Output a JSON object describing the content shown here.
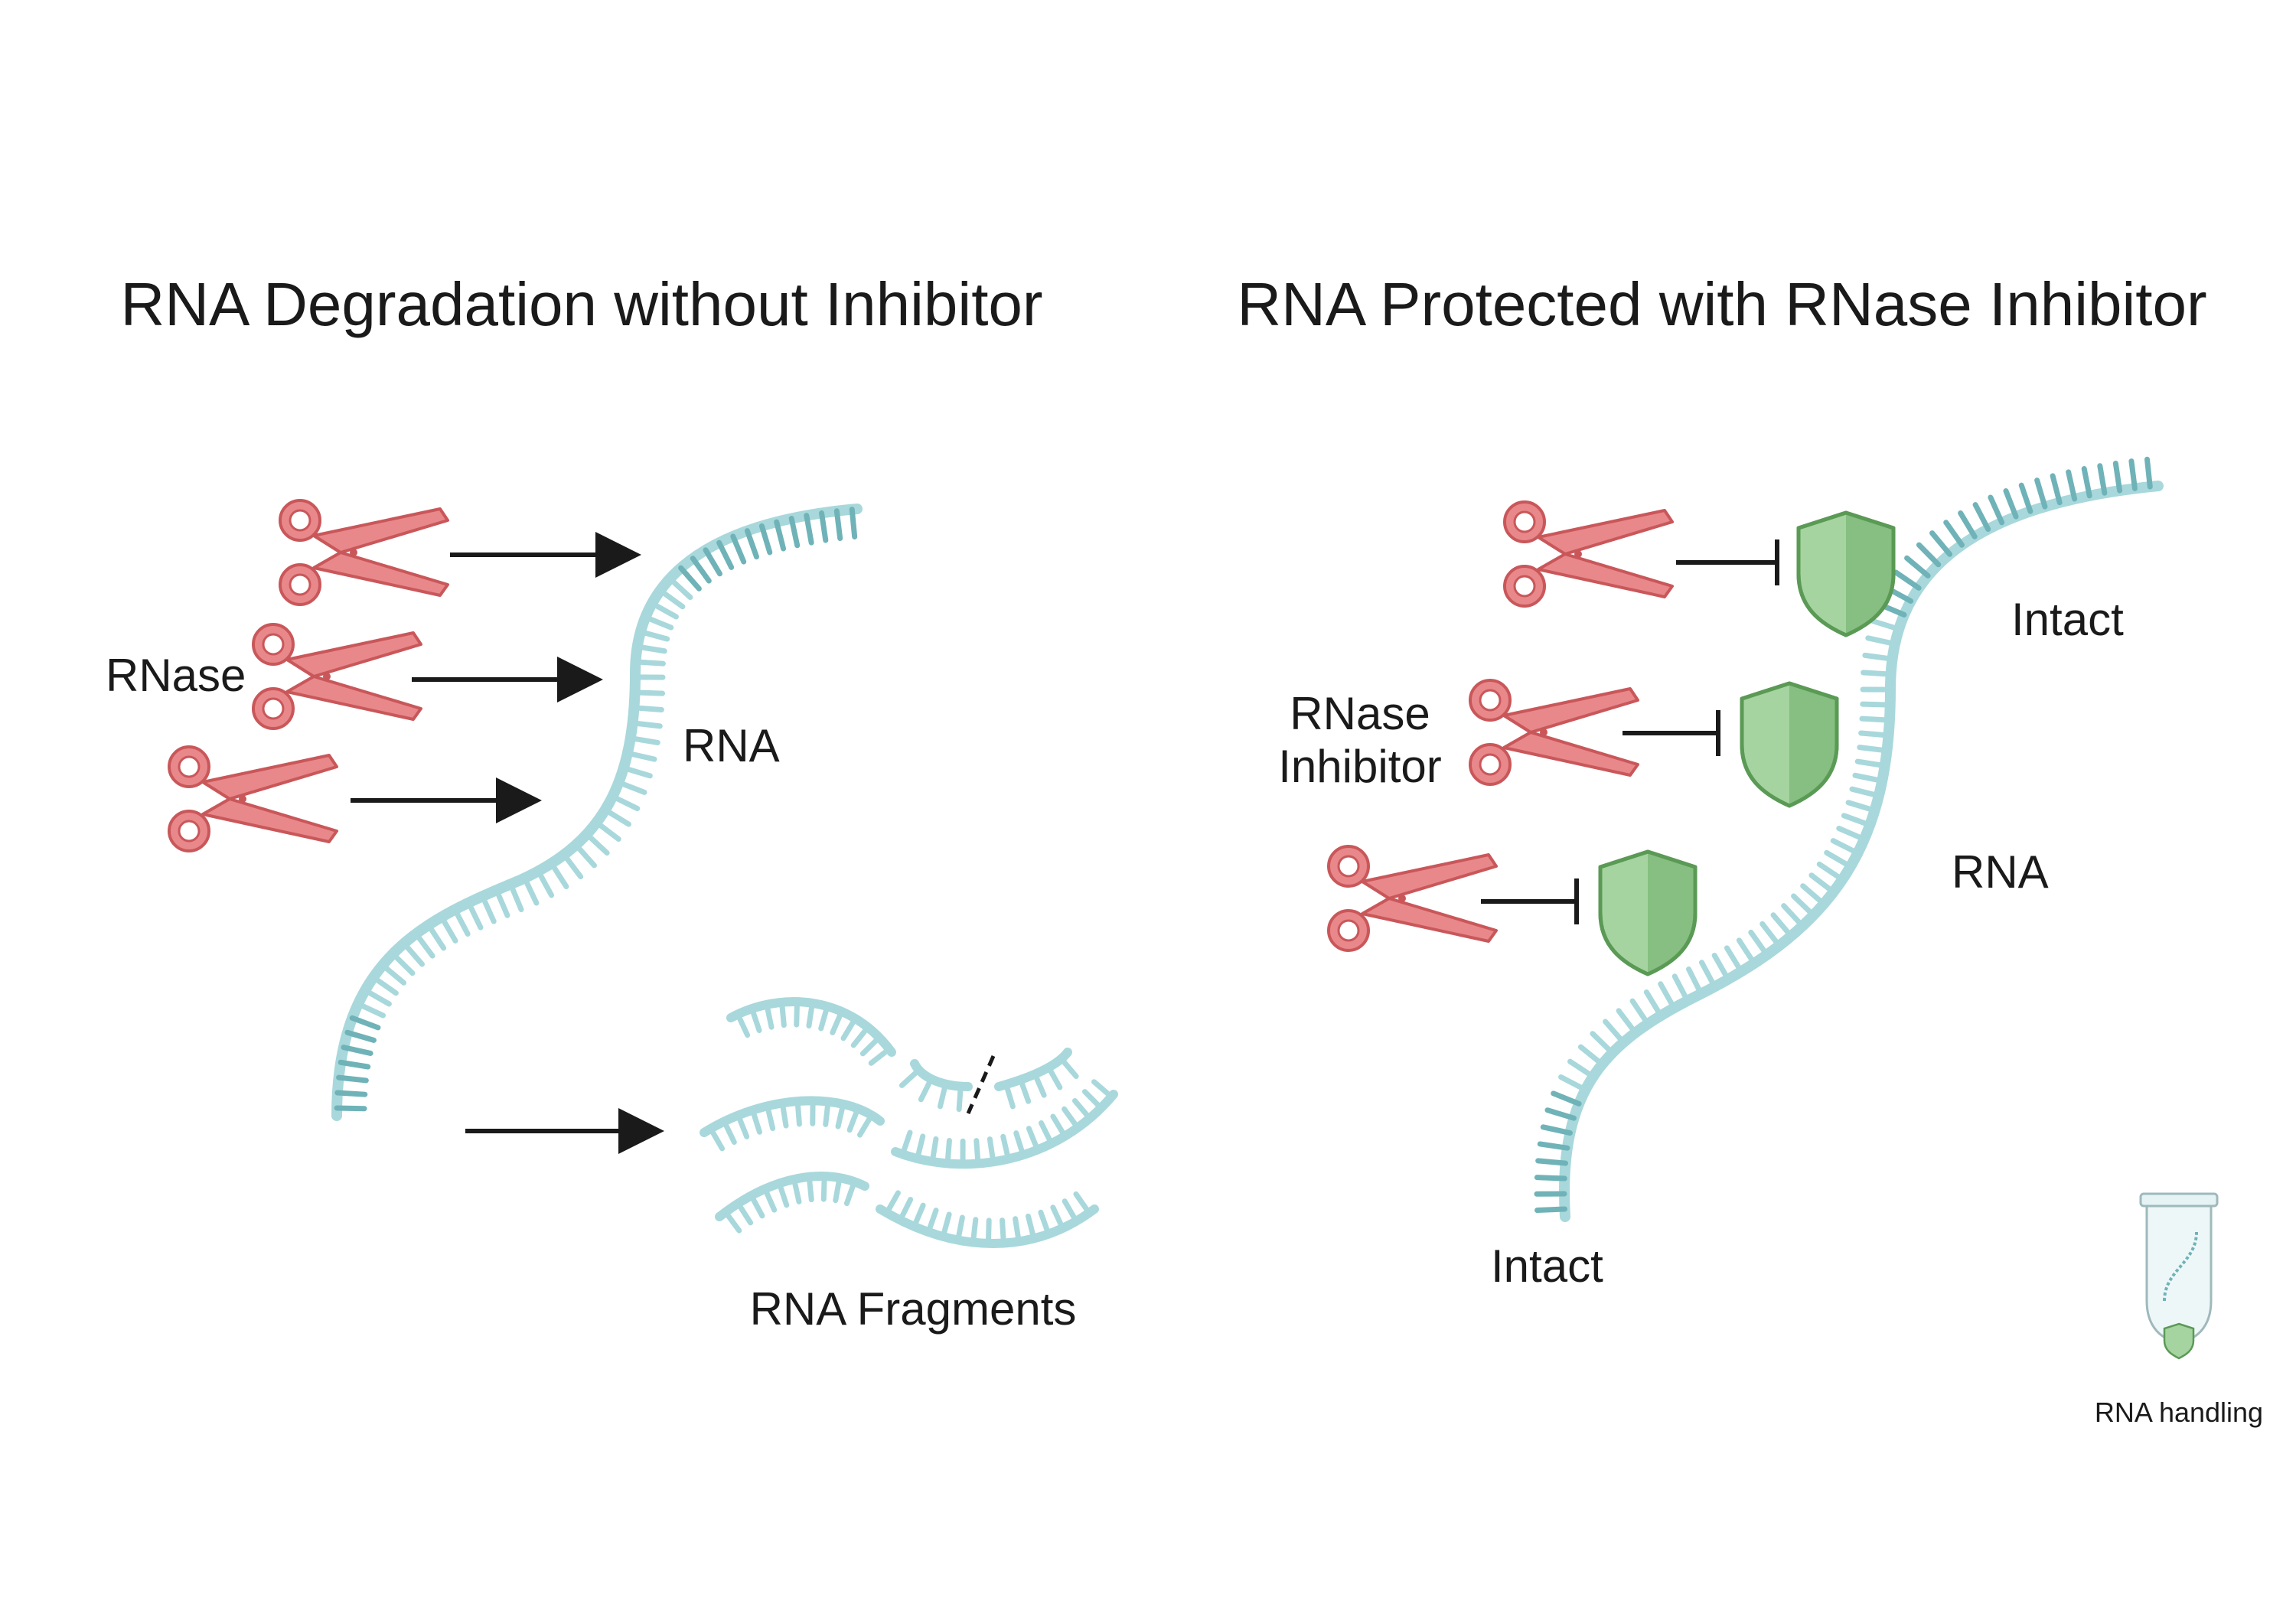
{
  "left_panel": {
    "title": "RNA Degradation without Inhibitor",
    "enzyme_label": "RNase",
    "strand_label": "RNA",
    "fragments_label": "RNA Fragments"
  },
  "right_panel": {
    "title": "RNA Protected with RNase Inhibitor",
    "inhibitor_label_line1": "RNase",
    "inhibitor_label_line2": "Inhibitor",
    "strand_label": "RNA",
    "intact_top_label": "Intact",
    "intact_bottom_label": "Intact",
    "tube_label": "RNA handling"
  },
  "colors": {
    "scissors": "#e8888a",
    "scissors_stroke": "#c9575a",
    "rna_dark": "#6fb3b8",
    "rna_light": "#a8d8db",
    "shield_light": "#a5d4a0",
    "shield_dark": "#86bf81",
    "shield_stroke": "#5a9a55",
    "arrow": "#1a1a1a"
  },
  "icons": [
    "scissors-icon",
    "shield-icon",
    "arrow-icon",
    "tube-icon"
  ]
}
